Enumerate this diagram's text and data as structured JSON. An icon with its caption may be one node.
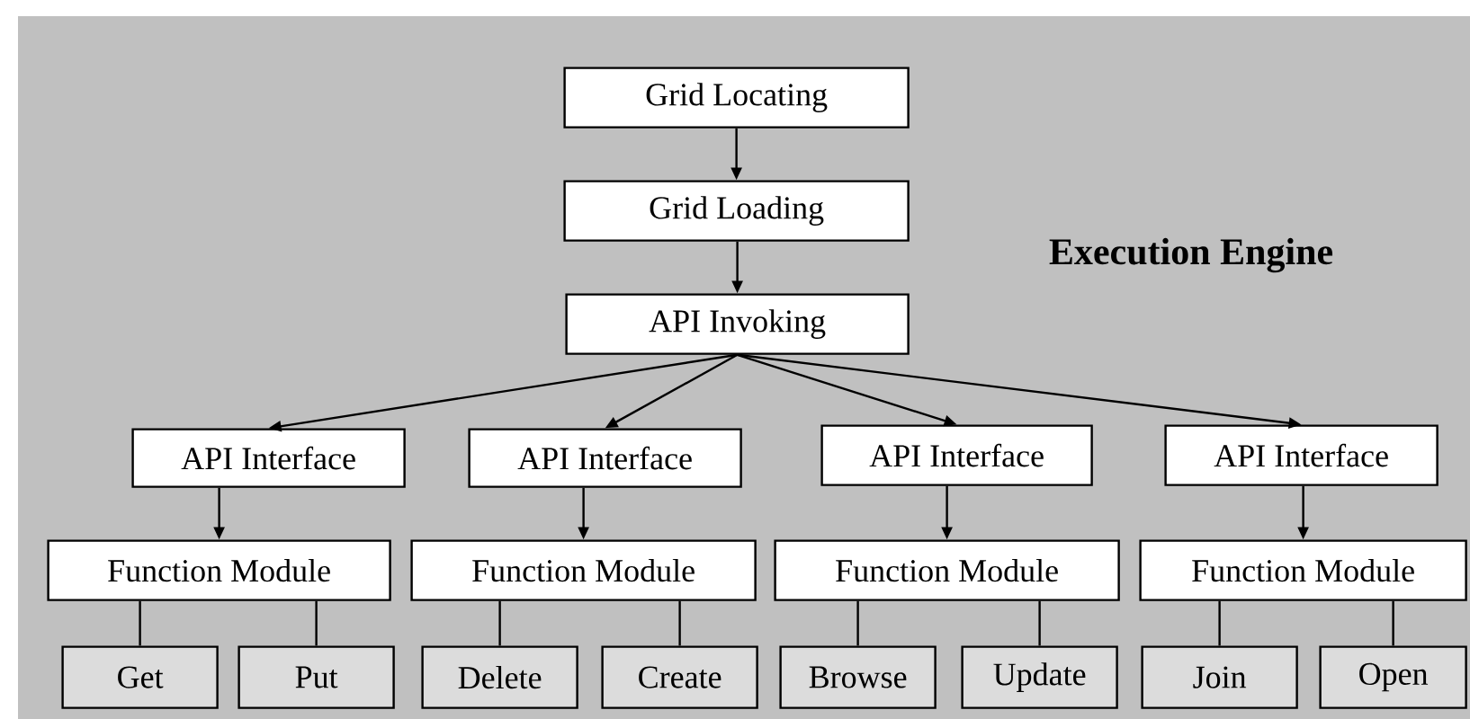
{
  "diagram": {
    "nodes": [
      {
        "text": [
          "Execution Engine"
        ]
      },
      {
        "text": [
          "Grid Locating"
        ],
        "in": 0
      },
      {
        "text": [
          "Grid Loading"
        ],
        "in": 0
      },
      {
        "text": [
          "API Invoking"
        ],
        "in": 0
      },
      {
        "text": [
          "API Interface"
        ],
        "in": 0
      },
      {
        "text": [
          "API Interface"
        ],
        "in": 0
      },
      {
        "text": [
          "API Interface"
        ],
        "in": 0
      },
      {
        "text": [
          "API Interface"
        ],
        "in": 0
      },
      {
        "text": [
          "Function Module"
        ],
        "in": 0
      },
      {
        "text": [
          "Function Module"
        ],
        "in": 0
      },
      {
        "text": [
          "Function Module"
        ],
        "in": 0
      },
      {
        "text": [
          "Function Module"
        ],
        "in": 0
      },
      {
        "text": [
          "Get"
        ],
        "in": 0
      },
      {
        "text": [
          "Put"
        ],
        "in": 0
      },
      {
        "text": [
          "Delete"
        ],
        "in": 0
      },
      {
        "text": [
          "Create"
        ],
        "in": 0
      },
      {
        "text": [
          "Browse"
        ],
        "in": 0
      },
      {
        "text": [
          "Update"
        ],
        "in": 0
      },
      {
        "text": [
          "Join"
        ],
        "in": 0
      },
      {
        "text": [
          "Open"
        ],
        "in": 0
      }
    ],
    "edges": [
      {
        "from": 1,
        "to": 2,
        "arrow": "to"
      },
      {
        "from": 2,
        "to": 3,
        "arrow": "to"
      },
      {
        "from": 3,
        "to": 4,
        "arrow": "to"
      },
      {
        "from": 3,
        "to": 5,
        "arrow": "to"
      },
      {
        "from": 3,
        "to": 6,
        "arrow": "to"
      },
      {
        "from": 3,
        "to": 7,
        "arrow": "to"
      },
      {
        "from": 4,
        "to": 8,
        "arrow": "to"
      },
      {
        "from": 5,
        "to": 9,
        "arrow": "to"
      },
      {
        "from": 6,
        "to": 10,
        "arrow": "to"
      },
      {
        "from": 7,
        "to": 11,
        "arrow": "to"
      },
      {
        "from": 8,
        "to": 12,
        "arrow": "none"
      },
      {
        "from": 8,
        "to": 13,
        "arrow": "none"
      },
      {
        "from": 9,
        "to": 14,
        "arrow": "none"
      },
      {
        "from": 9,
        "to": 15,
        "arrow": "none"
      },
      {
        "from": 10,
        "to": 16,
        "arrow": "none"
      },
      {
        "from": 10,
        "to": 17,
        "arrow": "none"
      },
      {
        "from": 11,
        "to": 18,
        "arrow": "none"
      },
      {
        "from": 11,
        "to": 19,
        "arrow": "none"
      }
    ]
  }
}
